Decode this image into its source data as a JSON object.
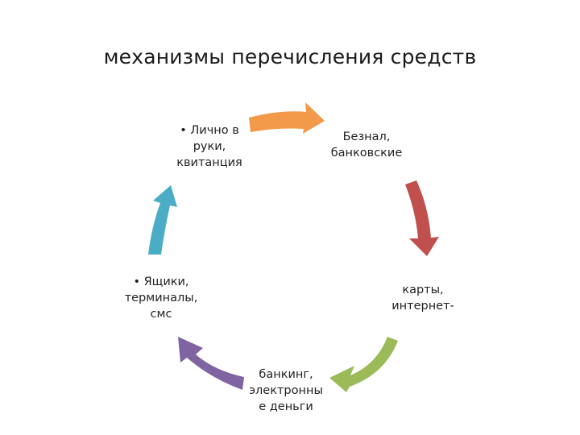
{
  "title": "механизмы перечисления средств",
  "nodes": {
    "top_left": [
      "• Лично в",
      "руки,",
      "квитанция"
    ],
    "top_right": [
      "Безнал,",
      "банковские"
    ],
    "right": [
      "карты,",
      "интернет-"
    ],
    "bottom": [
      "банкинг,",
      "электронны",
      "е деньги"
    ],
    "left": [
      "• Ящики,",
      "терминалы,",
      "смс"
    ]
  },
  "colors": {
    "arrow_orange": "#f39a4a",
    "arrow_red": "#c0504d",
    "arrow_green": "#9bbb59",
    "arrow_purple": "#8064a2",
    "arrow_blue": "#4bacc6"
  }
}
